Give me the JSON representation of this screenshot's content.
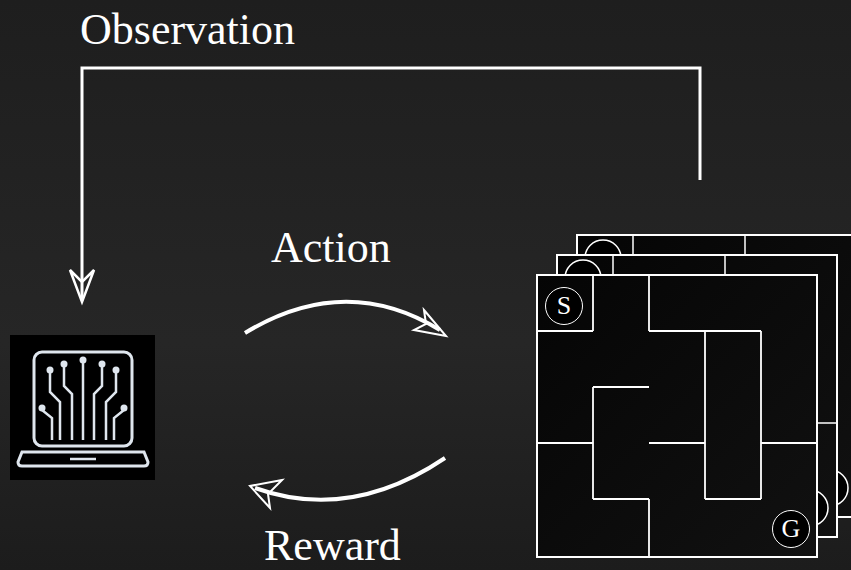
{
  "diagram": {
    "nodes": [
      {
        "text": [
          "S"
        ]
      },
      {
        "text": [
          "G"
        ]
      }
    ],
    "labels": [
      "Observation",
      "Action",
      "Reward"
    ]
  }
}
